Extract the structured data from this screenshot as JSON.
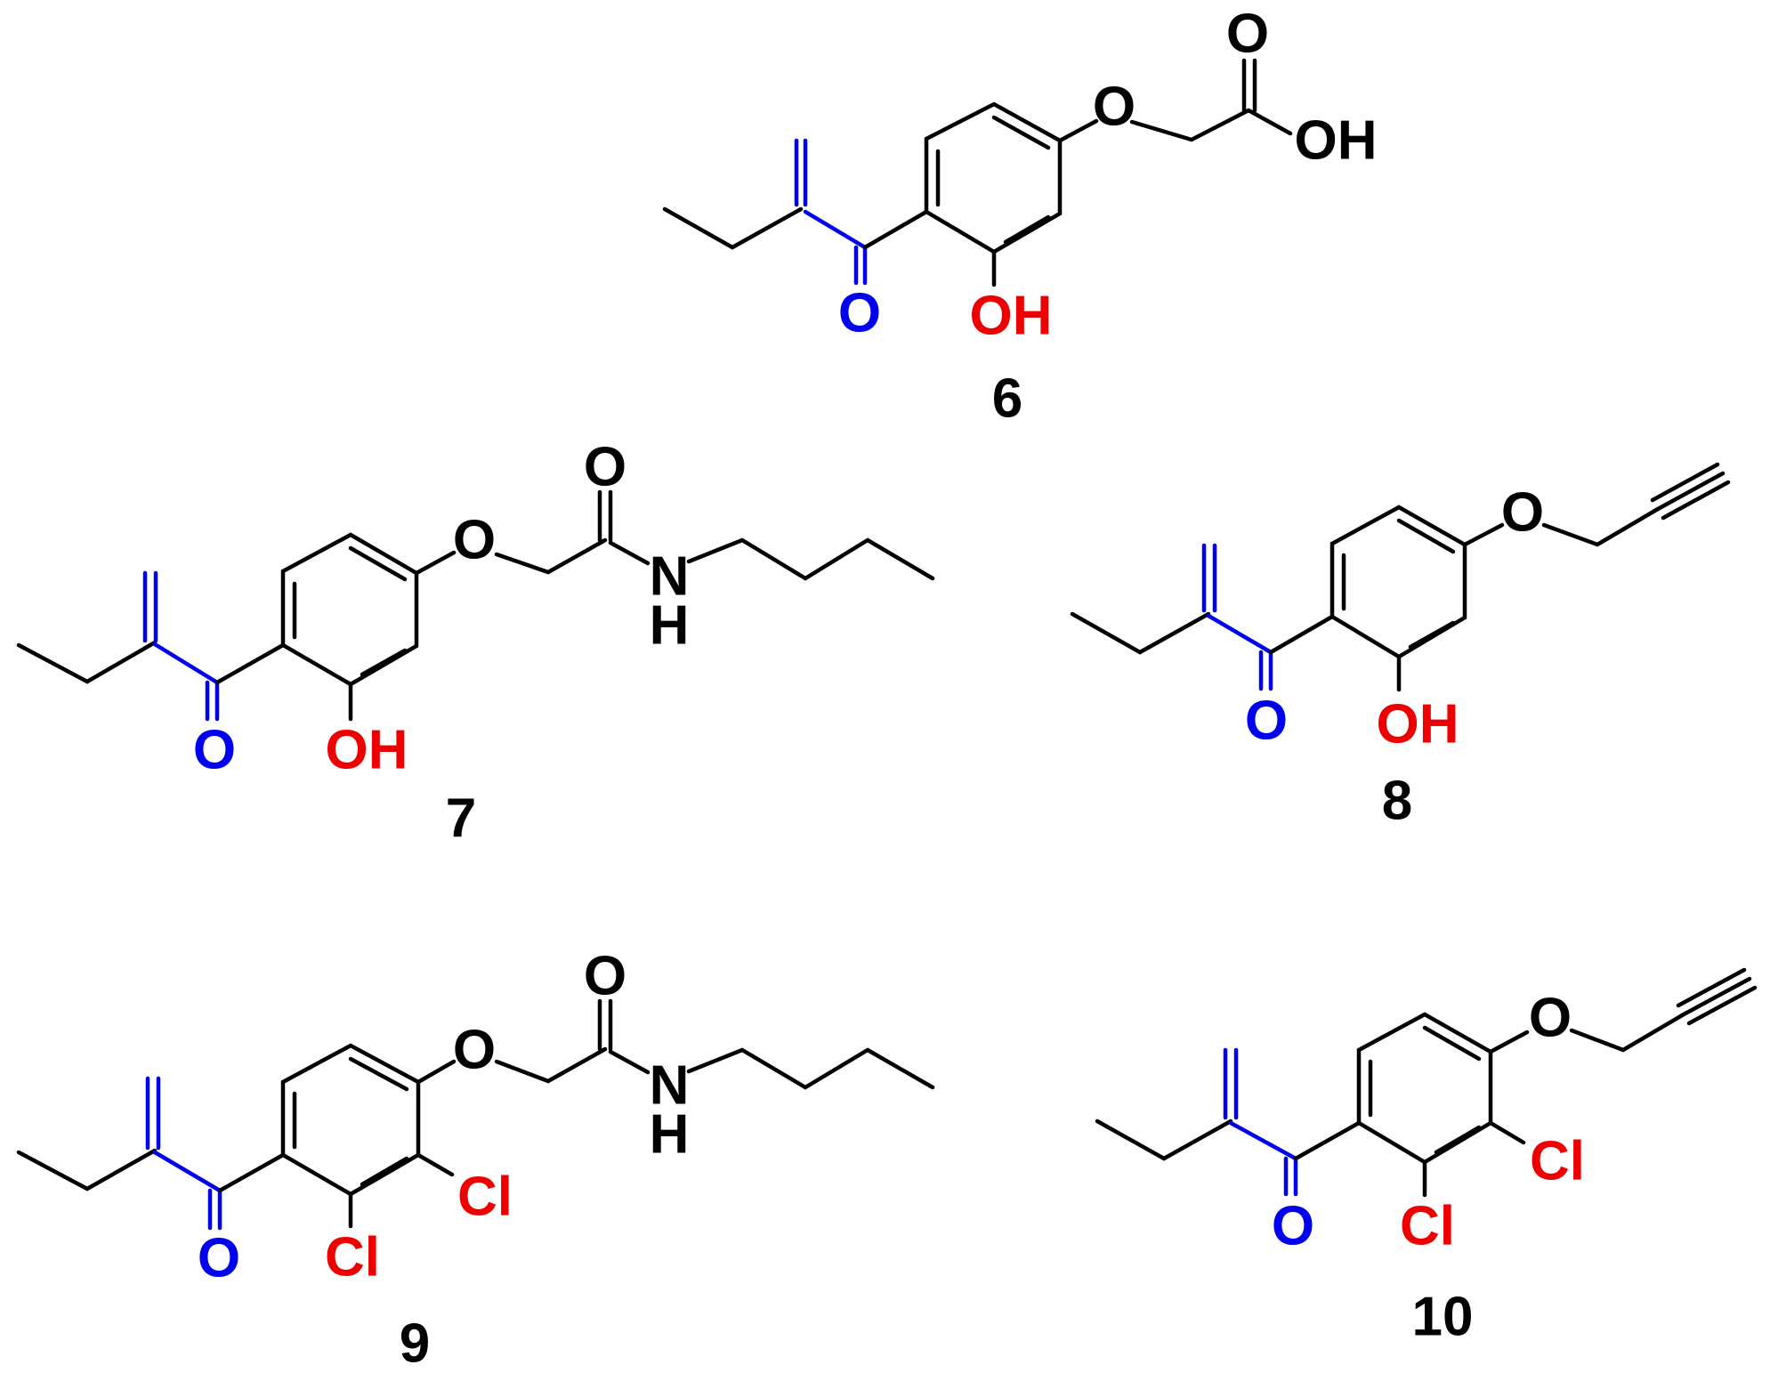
{
  "colors": {
    "bond": "#000000",
    "enone": "#0000ee",
    "heteroatom_red": "#ee0000",
    "heteroatom_blue": "#0000ee"
  },
  "compounds": [
    {
      "id": "6",
      "labels": {
        "ketone_o": "O",
        "phenol_oh": "OH",
        "ether_o": "O",
        "acid_carbonyl_o": "O",
        "acid_oh": "OH"
      }
    },
    {
      "id": "7",
      "labels": {
        "ketone_o": "O",
        "phenol_oh": "OH",
        "ether_o": "O",
        "amide_o": "O",
        "amide_n": "N",
        "amide_h": "H"
      }
    },
    {
      "id": "8",
      "labels": {
        "ketone_o": "O",
        "phenol_oh": "OH",
        "ether_o": "O"
      }
    },
    {
      "id": "9",
      "labels": {
        "ketone_o": "O",
        "cl_ortho": "Cl",
        "cl_meta": "Cl",
        "ether_o": "O",
        "amide_o": "O",
        "amide_n": "N",
        "amide_h": "H"
      }
    },
    {
      "id": "10",
      "labels": {
        "ketone_o": "O",
        "cl_ortho": "Cl",
        "cl_meta": "Cl",
        "ether_o": "O"
      }
    }
  ]
}
